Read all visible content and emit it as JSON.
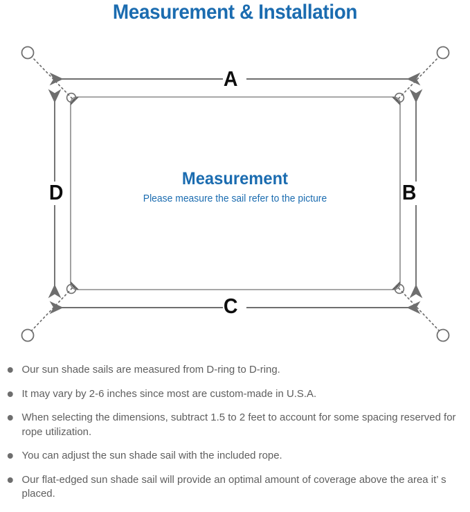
{
  "header": {
    "title": "Measurement & Installation",
    "title_color": "#1b6cb0"
  },
  "diagram": {
    "name": "sun-shade-sail-measurement-diagram",
    "center_heading": "Measurement",
    "center_subtext": "Please measure the sail refer to the picture",
    "center_text_color": "#1b6cb0",
    "line_color": "#6e6e6e",
    "sail_border_color": "#808080",
    "dimension_labels": {
      "top": "A",
      "right": "B",
      "bottom": "C",
      "left": "D"
    },
    "icons": {
      "anchor_point": "anchor-circle-icon",
      "d_ring": "d-ring-icon",
      "rope": "dotted-rope-line-icon",
      "dimension_arrow": "double-headed-arrow-icon"
    }
  },
  "notes": {
    "bullet_color": "#6e6e6e",
    "text_color": "#5e5e5e",
    "items": [
      "Our sun shade sails are measured from D-ring to D-ring.",
      "It may vary by 2-6 inches since most are custom-made in U.S.A.",
      "When selecting the dimensions, subtract 1.5 to 2 feet to account for some spacing reserved for rope utilization.",
      "You can adjust the sun shade sail with the included rope.",
      "Our flat-edged sun shade sail will provide an optimal amount of coverage above the area it’  s placed."
    ]
  }
}
